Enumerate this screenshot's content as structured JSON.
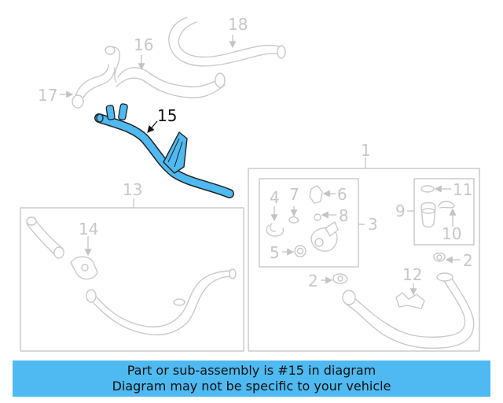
{
  "diagram": {
    "highlight_color": "#4fb9f1",
    "callouts": {
      "c1": "1",
      "c2a": "2",
      "c2b": "2",
      "c3": "3",
      "c4": "4",
      "c5": "5",
      "c6": "6",
      "c7": "7",
      "c8": "8",
      "c9": "9",
      "c10": "10",
      "c11": "11",
      "c12": "12",
      "c13": "13",
      "c14": "14",
      "c15": "15",
      "c16": "16",
      "c17": "17",
      "c18": "18"
    }
  },
  "banner": {
    "line1": "Part or sub-assembly is #15 in diagram",
    "line2": "Diagram may not be specific to your vehicle",
    "background": "#4fb9f1"
  }
}
